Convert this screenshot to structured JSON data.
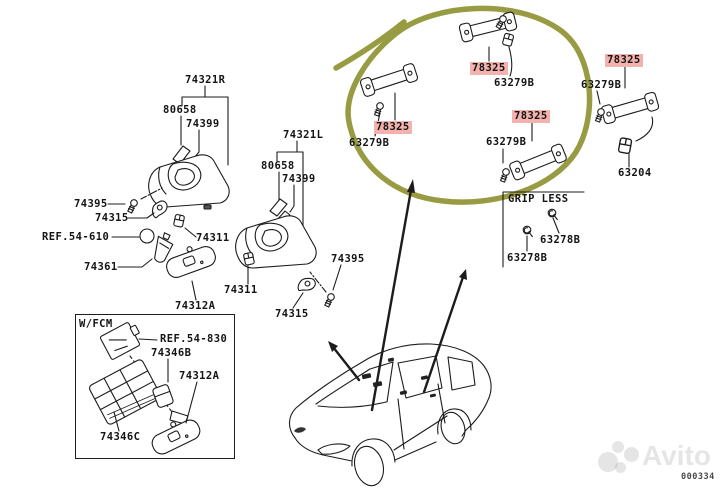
{
  "colors": {
    "highlight_pink": "#f3b2ae",
    "loop_olive": "#8f9331",
    "ink": "#1c1c1c",
    "watermark_gray": "rgba(70,70,70,0.14)"
  },
  "watermark": {
    "brand": "Avito",
    "code": "000334"
  },
  "boxes": {
    "wfcm_label": "W/FCM",
    "grip_less_label": "GRIP LESS"
  },
  "icons": {
    "loop": "highlight-loop",
    "arrows": "location-arrows",
    "car": "vehicle-outline"
  },
  "labels": [
    {
      "text": "74321R"
    },
    {
      "text": "80658"
    },
    {
      "text": "74399"
    },
    {
      "text": "74395"
    },
    {
      "text": "74315"
    },
    {
      "text": "REF.54-610"
    },
    {
      "text": "74311"
    },
    {
      "text": "74361"
    },
    {
      "text": "74312A"
    },
    {
      "text": "REF.54-830"
    },
    {
      "text": "74346B"
    },
    {
      "text": "74312A"
    },
    {
      "text": "74346C"
    },
    {
      "text": "74321L"
    },
    {
      "text": "80658"
    },
    {
      "text": "74399"
    },
    {
      "text": "74311"
    },
    {
      "text": "74395"
    },
    {
      "text": "74315"
    },
    {
      "text": "78325",
      "highlighted": true
    },
    {
      "text": "63279B"
    },
    {
      "text": "78325",
      "highlighted": true
    },
    {
      "text": "63279B"
    },
    {
      "text": "78325",
      "highlighted": true
    },
    {
      "text": "63279B"
    },
    {
      "text": "78325",
      "highlighted": true
    },
    {
      "text": "63279B"
    },
    {
      "text": "63204"
    },
    {
      "text": "63278B"
    },
    {
      "text": "63278B"
    }
  ]
}
